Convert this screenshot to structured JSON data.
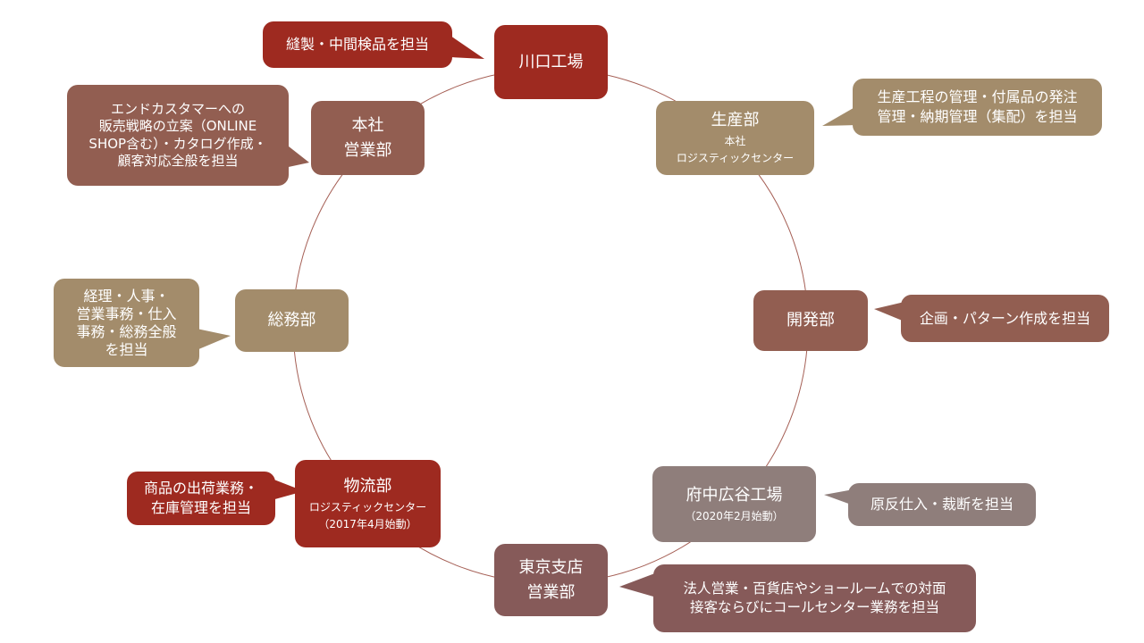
{
  "colors": {
    "red": "#9e2a20",
    "brown": "#925e51",
    "tan": "#a38c6b",
    "mauve": "#8f7e7b",
    "plum": "#865a59",
    "ring": "#a55f55"
  },
  "nodes": {
    "kawaguchi": {
      "title": "川口工場"
    },
    "seisan": {
      "title": "生産部",
      "sub1": "本社",
      "sub2": "ロジスティックセンター"
    },
    "kaihatsu": {
      "title": "開発部"
    },
    "fuchu": {
      "title": "府中広谷工場",
      "sub1": "（2020年2月始動）"
    },
    "tokyo": {
      "title1": "東京支店",
      "title2": "営業部"
    },
    "butsuryu": {
      "title": "物流部",
      "sub1": "ロジスティックセンター",
      "sub2": "（2017年4月始動）"
    },
    "somu": {
      "title": "総務部"
    },
    "honsha": {
      "title1": "本社",
      "title2": "営業部"
    }
  },
  "callouts": {
    "kawaguchi": {
      "lines": [
        "縫製・中間検品を担当"
      ]
    },
    "seisan": {
      "lines": [
        "生産工程の管理・付属品の発注",
        "管理・納期管理（集配）を担当"
      ]
    },
    "kaihatsu": {
      "lines": [
        "企画・パターン作成を担当"
      ]
    },
    "fuchu": {
      "lines": [
        "原反仕入・裁断を担当"
      ]
    },
    "tokyo": {
      "lines": [
        "法人営業・百貨店やショールームでの対面",
        "接客ならびにコールセンター業務を担当"
      ]
    },
    "butsuryu": {
      "lines": [
        "商品の出荷業務・",
        "在庫管理を担当"
      ]
    },
    "somu": {
      "lines": [
        "経理・人事・",
        "営業事務・仕入",
        "事務・総務全般",
        "を担当"
      ]
    },
    "honsha": {
      "lines": [
        "エンドカスタマーへの",
        "販売戦略の立案（ONLINE",
        "SHOP含む）・カタログ作成・",
        "顧客対応全般を担当"
      ]
    }
  }
}
